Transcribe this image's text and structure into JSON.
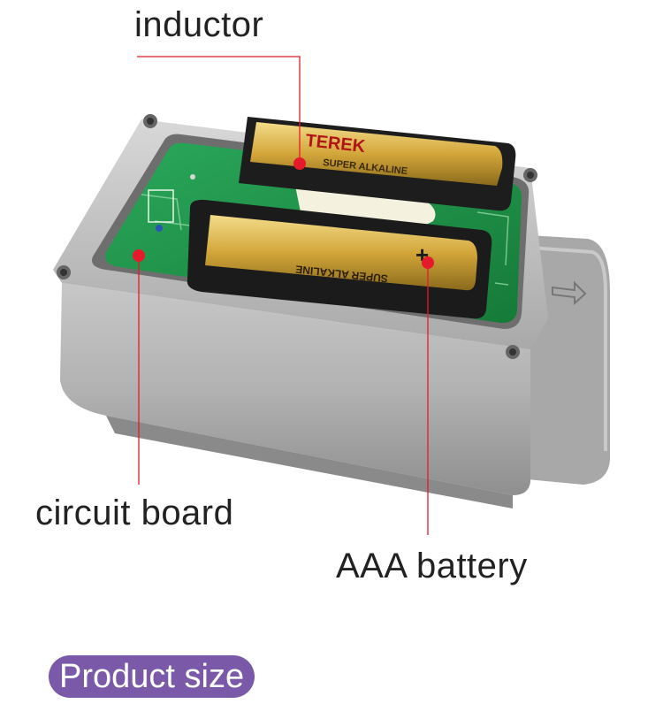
{
  "labels": {
    "inductor": "inductor",
    "circuit_board": "circuit board",
    "aaa_battery": "AAA battery"
  },
  "battery_text": {
    "brand": "TEREK",
    "type": "SUPER ALKALINE",
    "plus": "+"
  },
  "badge": {
    "text": "Product size",
    "color": "#7a5aa8"
  },
  "colors": {
    "housing": "#b9b9b9",
    "pcb": "#1f9a4a",
    "battery_gold": "#d9b24a",
    "pointer": "#e51b2b"
  }
}
